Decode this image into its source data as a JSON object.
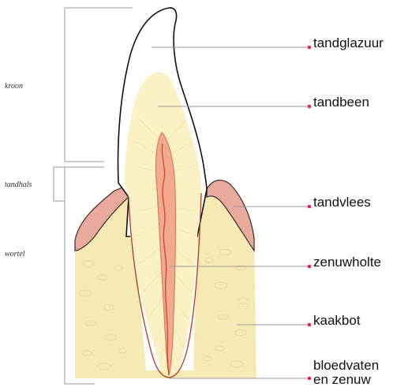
{
  "labels": {
    "tandglazuur": "tandglazuur",
    "tandbeen": "tandbeen",
    "tandvlees": "tandvlees",
    "zenuwholte": "zenuwholte",
    "kaakbot": "kaakbot",
    "bloedvaten_line1": "bloedvaten",
    "bloedvaten_line2": "en zenuw"
  },
  "side_labels": {
    "kroon": "kroon",
    "tandhals": "tandhals",
    "wortel": "wortel"
  },
  "colors": {
    "bullet": "#e8235a",
    "leader_line": "#9a9a9a",
    "gum": "#e9aa9d",
    "bone": "#f5eab3",
    "dentin": "#faf1c4",
    "enamel": "#ffffff",
    "pulp": "#f2a98d"
  }
}
